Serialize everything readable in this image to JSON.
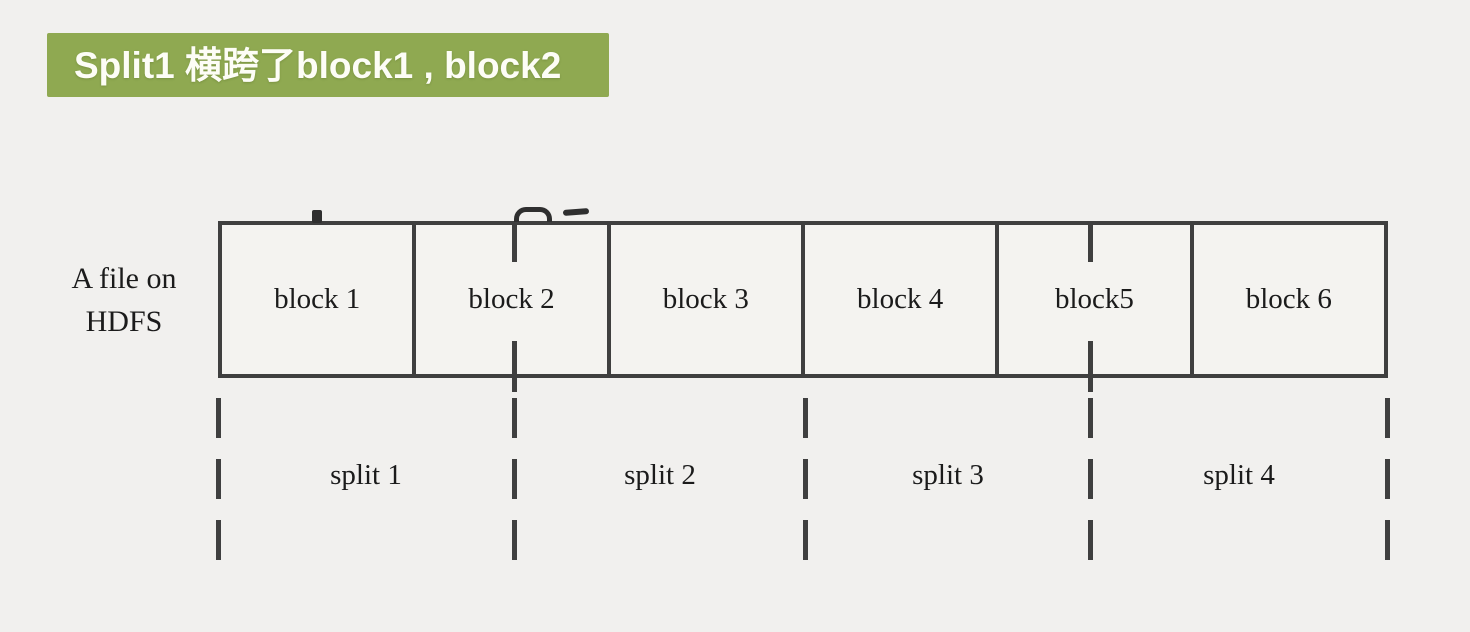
{
  "banner": {
    "text": "Split1 横跨了block1 , block2",
    "bg_color": "#8fa951",
    "text_color": "#fdfdf6"
  },
  "file_label": {
    "line1": "A file on",
    "line2": "HDFS"
  },
  "blocks": [
    "block 1",
    "block 2",
    "block 3",
    "block 4",
    "block5",
    "block 6"
  ],
  "splits": [
    "split 1",
    "split 2",
    "split 3",
    "split 4"
  ],
  "colors": {
    "background": "#f1f0ee",
    "block_fill": "#f4f3f0",
    "line": "#3f3f3f",
    "text": "#1b1b1b"
  }
}
